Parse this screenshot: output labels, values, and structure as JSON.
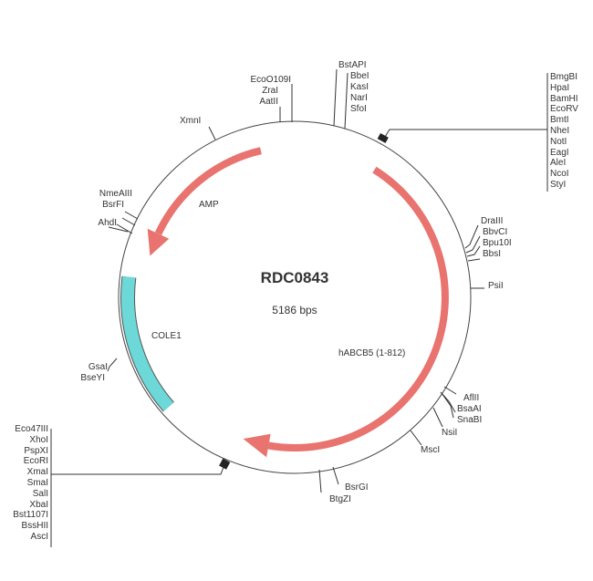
{
  "plasmid": {
    "name": "RDC0843",
    "size": "5186 bps"
  },
  "features": {
    "amp": "AMP",
    "cole1": "COLE1",
    "habcb5": "hABCB5 (1-812)"
  },
  "colors": {
    "cds": "#e8736f",
    "origin": "#6dd8d8"
  },
  "sites": {
    "xmni": "XmnI",
    "eco0109i": "EcoO109I",
    "zrai": "ZraI",
    "aatii": "AatII",
    "bstapi": "BstAPI",
    "bbei": "BbeI",
    "kasi": "KasI",
    "nari": "NarI",
    "sfoi": "SfoI",
    "mcs_top": [
      "BmgBI",
      "HpaI",
      "BamHI",
      "EcoRV",
      "BmtI",
      "NheI",
      "NotI",
      "EagI",
      "AleI",
      "NcoI",
      "StyI"
    ],
    "draiii": "DraIII",
    "bbvci": "BbvCI",
    "bpu10i": "Bpu10I",
    "bbsi": "BbsI",
    "psii": "PsiI",
    "aflii": "AflII",
    "bsaai": "BsaAI",
    "snabi": "SnaBI",
    "nsii": "NsiI",
    "msci": "MscI",
    "bsrgi": "BsrGI",
    "btgzi": "BtgZI",
    "mcs_bottom": [
      "Eco47III",
      "XhoI",
      "PspXI",
      "EcoRI",
      "XmaI",
      "SmaI",
      "SalI",
      "XbaI",
      "Bst1107I",
      "BssHII",
      "AscI"
    ],
    "gsai": "GsaI",
    "bseyi": "BseYI",
    "nmeaiii": "NmeAIII",
    "bsrfi": "BsrFI",
    "ahdi": "AhdI"
  }
}
